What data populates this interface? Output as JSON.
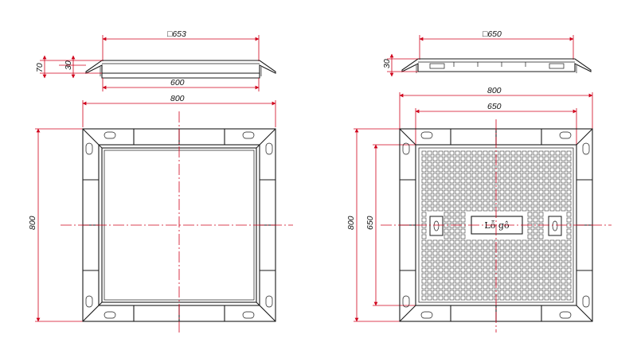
{
  "colors": {
    "dimension_line": "#d0021b",
    "object_line": "#1a1a1a",
    "background": "#ffffff"
  },
  "left_view": {
    "section_dims": {
      "top_width": "□653",
      "bottom_width": "600",
      "total_height": "70",
      "rim_height": "30"
    },
    "plan_dims": {
      "width": "800",
      "height": "800"
    }
  },
  "right_view": {
    "section_dims": {
      "top_width": "□650",
      "rim_height": "30"
    },
    "plan_dims": {
      "outer_width": "800",
      "inner_width": "650",
      "outer_height": "800",
      "inner_height": "650"
    },
    "center_label": "Lỗ gô"
  }
}
